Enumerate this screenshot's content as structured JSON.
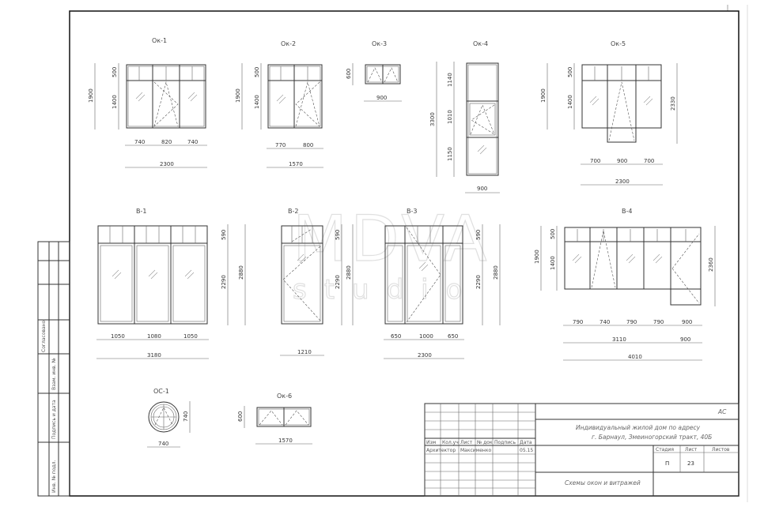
{
  "watermark": {
    "main": "MDVA",
    "sub": "studio"
  },
  "windows": {
    "ok1": {
      "label": "Ок-1",
      "w1": "740",
      "w2": "820",
      "w3": "740",
      "total": "2300",
      "h_top": "500",
      "h_bot": "1400",
      "h_all": "1900"
    },
    "ok2": {
      "label": "Ок-2",
      "w1": "770",
      "w2": "800",
      "total": "1570",
      "h_top": "500",
      "h_bot": "1400",
      "h_all": "1900"
    },
    "ok3": {
      "label": "Ок-3",
      "w": "900",
      "h": "600"
    },
    "ok4": {
      "label": "Ок-4",
      "w": "900",
      "h_top": "1140",
      "h_mid": "1010",
      "h_bot": "1150",
      "h_all": "3300"
    },
    "ok5": {
      "label": "Ок-5",
      "w1": "700",
      "w2": "900",
      "w3": "700",
      "total": "2300",
      "h_top": "500",
      "h_bot": "1400",
      "h_all": "1900",
      "h_right": "2330"
    },
    "ok6": {
      "label": "Ок-6",
      "w": "1570",
      "h": "600"
    },
    "oc1": {
      "label": "ОС-1",
      "w": "740",
      "h": "740"
    }
  },
  "vitrages": {
    "v1": {
      "label": "В-1",
      "w1": "1050",
      "w2": "1080",
      "w3": "1050",
      "total": "3180",
      "h_top": "590",
      "h_bot": "2290",
      "h_all": "2880"
    },
    "v2": {
      "label": "В-2",
      "w": "1210",
      "h_top": "590",
      "h_bot": "2290",
      "h_all": "2880"
    },
    "v3": {
      "label": "В-3",
      "w1": "650",
      "w2": "1000",
      "w3": "650",
      "total": "2300",
      "h_top": "590",
      "h_bot": "2290",
      "h_all": "2880"
    },
    "v4": {
      "label": "В-4",
      "w1": "790",
      "w2": "740",
      "w3": "790",
      "w4": "790",
      "w5": "900",
      "sub_total": "3110",
      "sub_right": "900",
      "total": "4010",
      "h_top": "500",
      "h_bot": "1400",
      "h_all": "1900",
      "h_right": "2360"
    }
  },
  "side_stamp": {
    "agreed": "Согласовано",
    "inv_replace": "Взам. инв. №",
    "sign_date": "Подпись и дата",
    "inv_orig": "Инв. № подл."
  },
  "title_block": {
    "code": "АС",
    "project_line1": "Индивидуальный жилой дом по адресу",
    "project_line2": "г. Барнаул, Змеиногорский тракт, 40Б",
    "col_izm": "Изм",
    "col_kol": "Кол.уч",
    "col_list": "Лист",
    "col_doc": "№ док",
    "col_sign": "Подпись",
    "col_date": "Дата",
    "role": "Архитектор",
    "name": "Максименко",
    "date": "05.15",
    "stage_label": "Стадия",
    "sheet_label": "Лист",
    "sheets_label": "Листов",
    "stage": "П",
    "sheet": "23",
    "sheet_title": "Схемы окон и витражей"
  }
}
